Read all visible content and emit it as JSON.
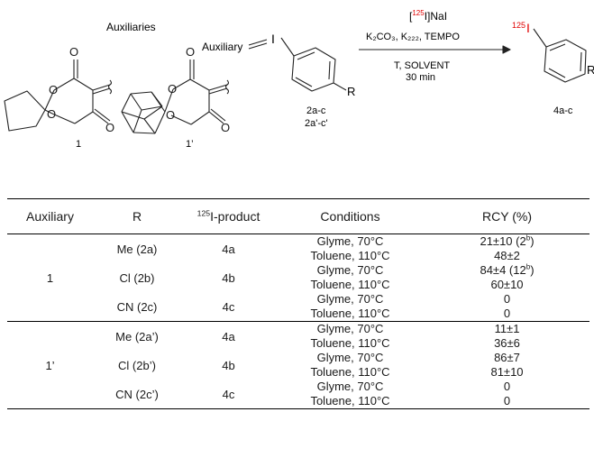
{
  "scheme": {
    "auxiliaries_label": "Auxiliaries",
    "aux1_label": "1",
    "aux1p_label": "1’",
    "auxiliary_prefix": "Auxiliary",
    "iodine": "I",
    "r_group": "R",
    "substrate_labels": [
      "2a-c",
      "2a'-c'"
    ],
    "reagent_top_pre": "[",
    "reagent_top_iso": "125",
    "reagent_top_post": "I]NaI",
    "reagent_line2": "K₂CO₃, K₂₂₂, TEMPO",
    "condition_line1": "T, SOLVENT",
    "condition_line2": "30 min",
    "product_iso": "125",
    "product_iodine": "I",
    "product_r": "R",
    "product_label": "4a-c",
    "isotope_color": "#e00000"
  },
  "table": {
    "headers": {
      "auxiliary": "Auxiliary",
      "r": "R",
      "product_sup": "125",
      "product": "I-product",
      "conditions": "Conditions",
      "rcy": "RCY (%)"
    },
    "groups": [
      {
        "auxiliary": "1",
        "rows": [
          {
            "r": "Me (2a)",
            "product": "4a",
            "conds": [
              "Glyme, 70°C",
              "Toluene, 110°C"
            ],
            "rcy": [
              "21±10 (2",
              "48±2"
            ],
            "rcy_sup": [
              "b",
              ""
            ],
            "rcy_tail": [
              ")",
              ""
            ]
          },
          {
            "r": "Cl (2b)",
            "product": "4b",
            "conds": [
              "Glyme, 70°C",
              "Toluene, 110°C"
            ],
            "rcy": [
              "84±4 (12",
              "60±10"
            ],
            "rcy_sup": [
              "b",
              ""
            ],
            "rcy_tail": [
              ")",
              ""
            ]
          },
          {
            "r": "CN (2c)",
            "product": "4c",
            "conds": [
              "Glyme, 70°C",
              "Toluene, 110°C"
            ],
            "rcy": [
              "0",
              "0"
            ],
            "rcy_sup": [
              "",
              ""
            ],
            "rcy_tail": [
              "",
              ""
            ]
          }
        ]
      },
      {
        "auxiliary": "1’",
        "rows": [
          {
            "r": "Me (2a’)",
            "product": "4a",
            "conds": [
              "Glyme, 70°C",
              "Toluene, 110°C"
            ],
            "rcy": [
              "11±1",
              "36±6"
            ],
            "rcy_sup": [
              "",
              ""
            ],
            "rcy_tail": [
              "",
              ""
            ]
          },
          {
            "r": "Cl (2b’)",
            "product": "4b",
            "conds": [
              "Glyme, 70°C",
              "Toluene, 110°C"
            ],
            "rcy": [
              "86±7",
              "81±10"
            ],
            "rcy_sup": [
              "",
              ""
            ],
            "rcy_tail": [
              "",
              ""
            ]
          },
          {
            "r": "CN (2c’)",
            "product": "4c",
            "conds": [
              "Glyme, 70°C",
              "Toluene, 110°C"
            ],
            "rcy": [
              "0",
              "0"
            ],
            "rcy_sup": [
              "",
              ""
            ],
            "rcy_tail": [
              "",
              ""
            ]
          }
        ]
      }
    ]
  }
}
